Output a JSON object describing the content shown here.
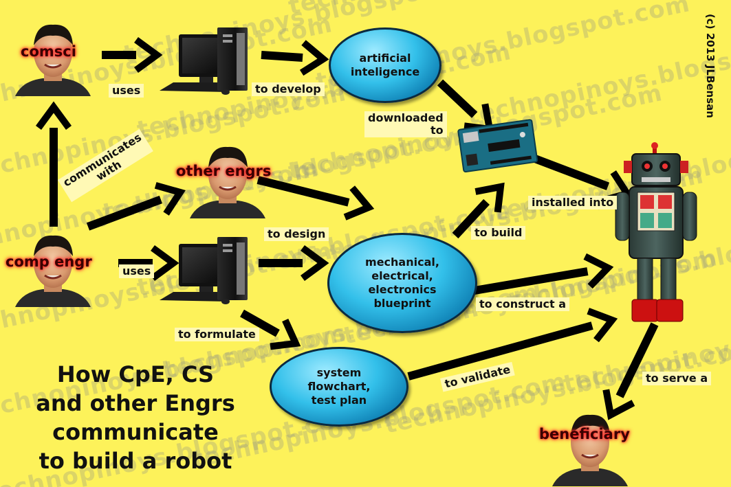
{
  "watermark_text": "technopinoys.blogspot.com",
  "copyright": "(c) 2013 JLBensan",
  "title": "How CpE, CS\nand other Engrs\ncommunicate\nto build a robot",
  "people": {
    "comsci": "comsci",
    "comp_engr": "comp engr",
    "other_engrs": "other engrs",
    "beneficiary": "beneficiary"
  },
  "nodes": {
    "ai": "artificial\ninteligence",
    "blueprint": "mechanical,\nelectrical,\nelectronics\nblueprint",
    "flowchart": "system\nflowchart,\ntest plan"
  },
  "edge_labels": {
    "uses_top": "uses",
    "to_develop": "to develop",
    "downloaded_to": "downloaded\nto",
    "communicates_with": "communicates\nwith",
    "uses_bottom": "uses",
    "to_design": "to design",
    "to_build": "to build",
    "installed_into": "installed into",
    "to_construct": "to construct a",
    "to_formulate": "to formulate",
    "to_validate": "to validate",
    "to_serve": "to serve a"
  },
  "colors": {
    "background": "#fdf25a",
    "node_fill": "#2fb8e6",
    "arrow": "#000000",
    "person_glow": "#ff2a2a"
  }
}
